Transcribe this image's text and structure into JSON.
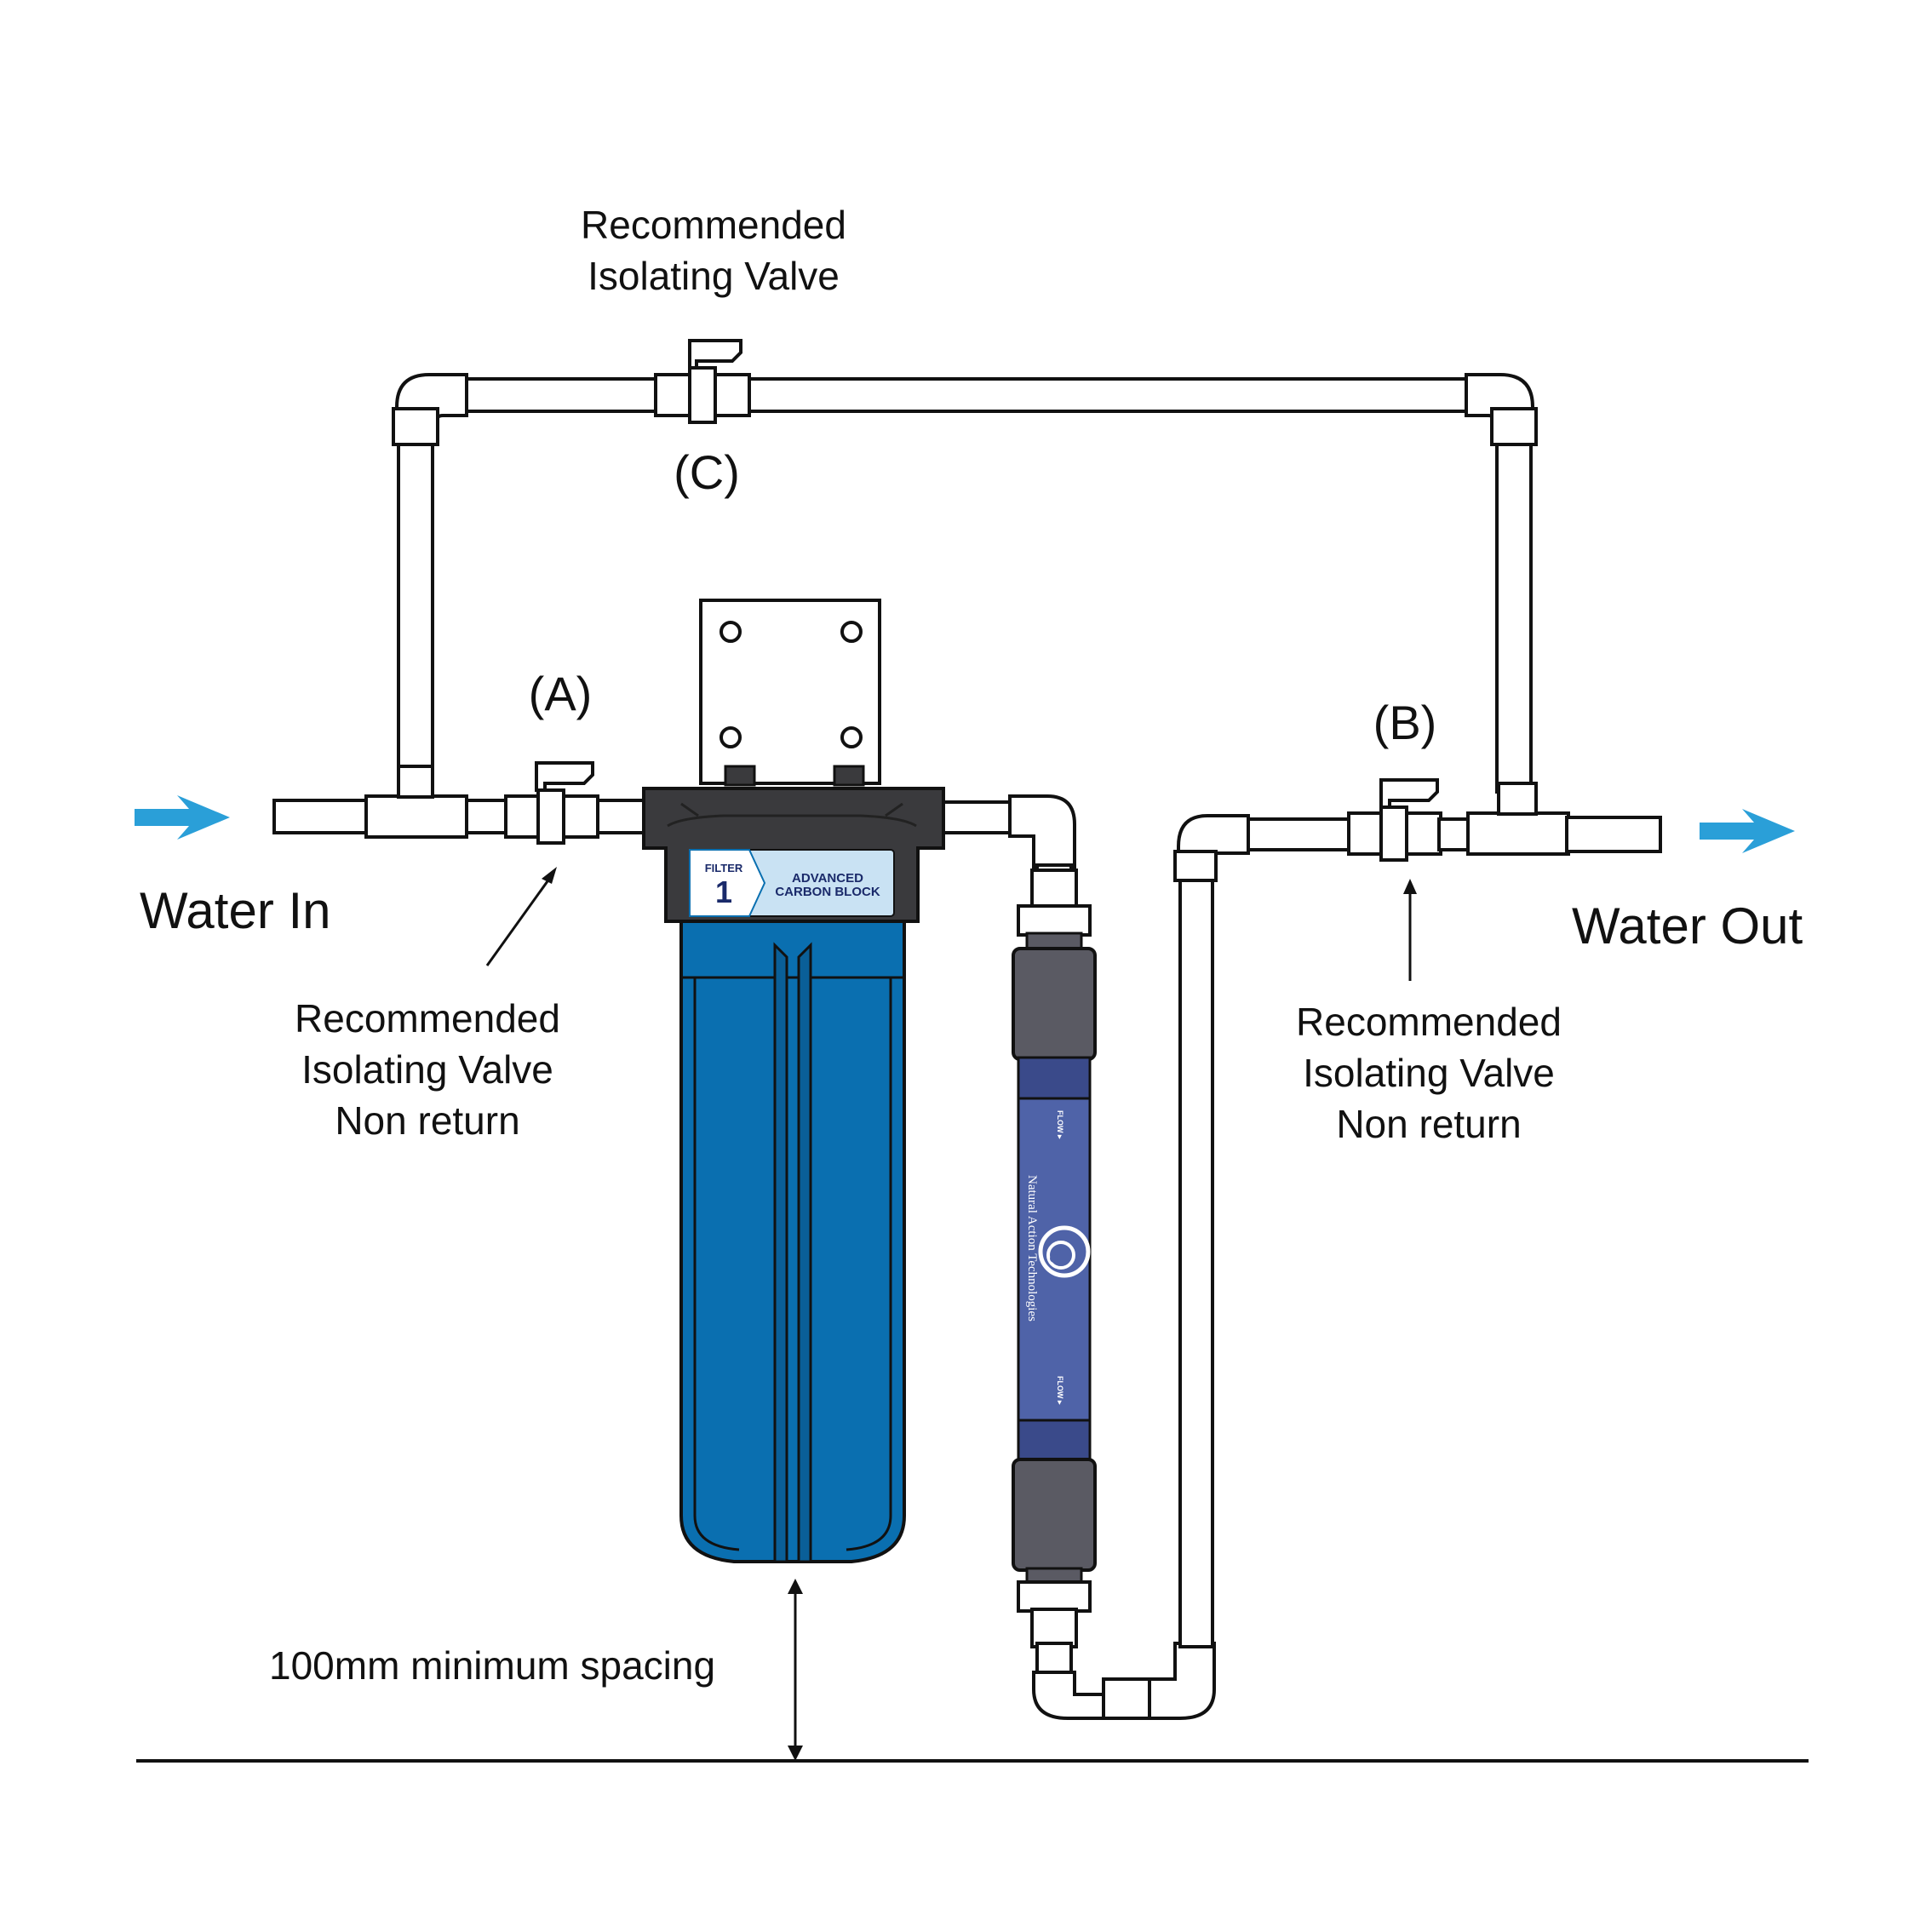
{
  "labels": {
    "water_in": "Water In",
    "water_out": "Water Out",
    "valve_c_callout_line1": "Recommended",
    "valve_c_callout_line2": "Isolating Valve",
    "valve_c_tag": "(C)",
    "valve_a_tag": "(A)",
    "valve_b_tag": "(B)",
    "valve_a_callout_line1": "Recommended",
    "valve_a_callout_line2": "Isolating Valve",
    "valve_a_callout_line3": "Non return",
    "valve_b_callout_line1": "Recommended",
    "valve_b_callout_line2": "Isolating Valve",
    "valve_b_callout_line3": "Non return",
    "spacing_note": "100mm minimum spacing"
  },
  "filter_label": {
    "filter_word": "FILTER",
    "filter_number": "1",
    "product_line1": "ADVANCED",
    "product_line2": "CARBON BLOCK"
  },
  "conditioner": {
    "brand": "Natural Action Technologies",
    "flow_top": "FLOW ▸",
    "flow_bottom": "FLOW ▸"
  },
  "colors": {
    "arrow_blue": "#2a9fd8",
    "housing_blue": "#0a6fb0",
    "housing_dark": "#3a3a3d",
    "conditioner_blue": "#4f63a8",
    "conditioner_grey": "#5a5a63"
  }
}
